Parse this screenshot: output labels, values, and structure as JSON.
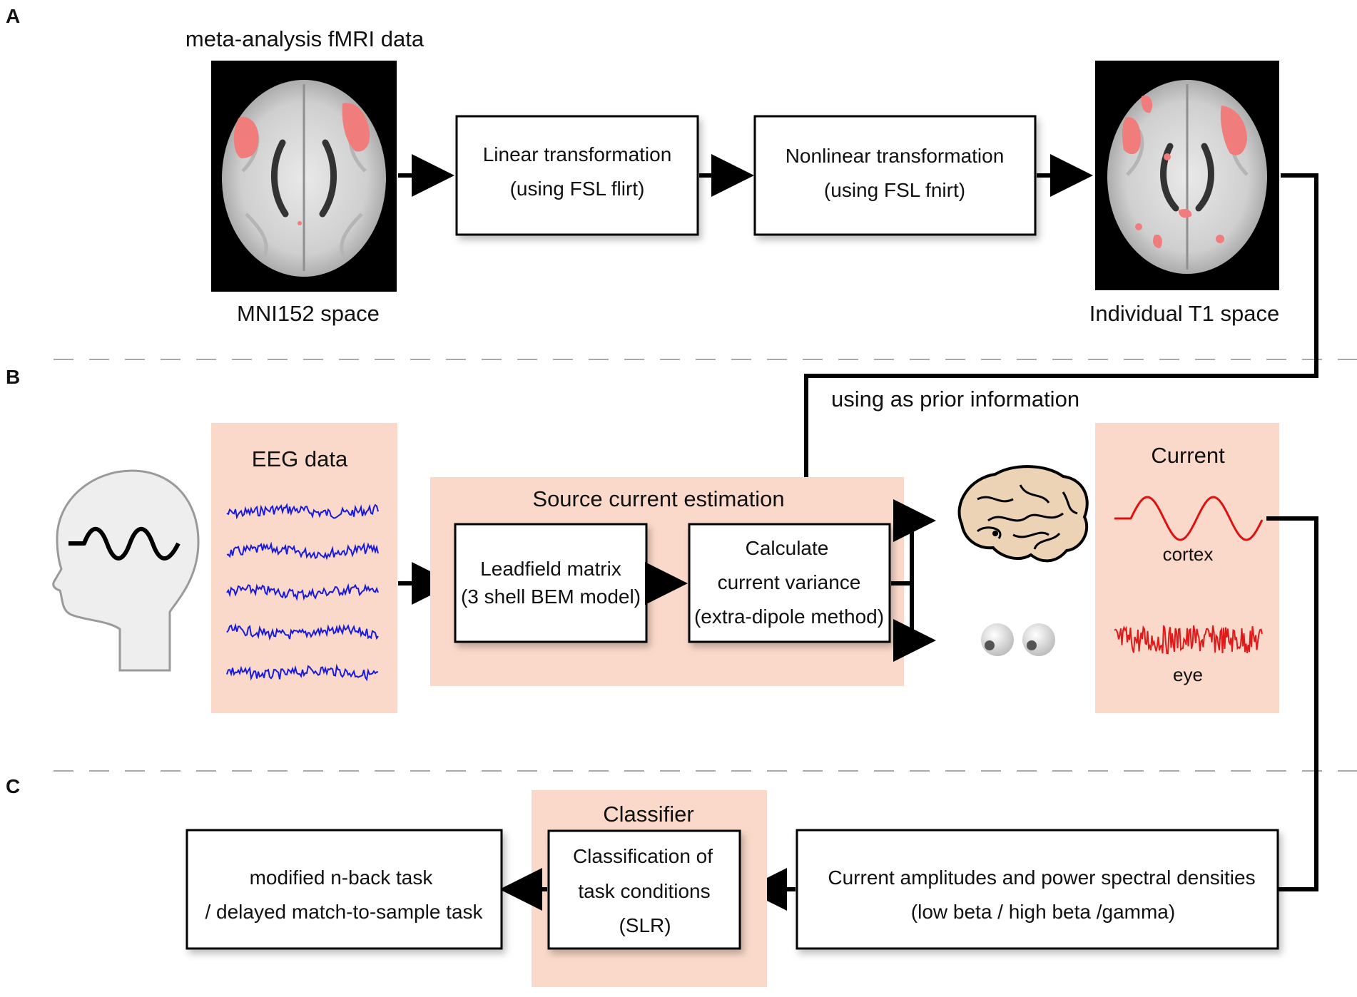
{
  "panels": {
    "a_label": "A",
    "b_label": "B",
    "c_label": "C"
  },
  "section_a": {
    "top_caption": "meta-analysis fMRI data",
    "mni_caption": "MNI152 space",
    "t1_caption": "Individual T1 space",
    "linear_box": {
      "line1": "Linear transformation",
      "line2": "(using FSL flirt)"
    },
    "nonlinear_box": {
      "line1": "Nonlinear transformation",
      "line2": "(using FSL fnirt)"
    }
  },
  "section_b": {
    "prior_info": "using as prior information",
    "eeg_title": "EEG data",
    "source_title": "Source current estimation",
    "leadfield_box": {
      "line1": "Leadfield matrix",
      "line2": "(3 shell BEM model)"
    },
    "variance_box": {
      "line1": "Calculate",
      "line2": "current variance",
      "line3": "(extra-dipole method)"
    },
    "current_title": "Current",
    "cortex_label": "cortex",
    "eye_label": "eye"
  },
  "section_c": {
    "classifier_title": "Classifier",
    "classification_box": {
      "line1": "Classification of",
      "line2": "task conditions",
      "line3": "(SLR)"
    },
    "task_box": {
      "line1": "modified n-back task",
      "line2": "/ delayed match-to-sample task"
    },
    "features_box": {
      "line1": "Current amplitudes and power spectral densities",
      "line2": "(low beta / high beta /gamma)"
    }
  },
  "colors": {
    "panel_fill": "#fbd9ca",
    "eeg_trace": "#1a1adb",
    "cortex_current": "#dd1111",
    "eye_current": "#e01a1a",
    "activation": "#f07c7c",
    "brain_skin": "#edd3b5"
  },
  "icons": [
    "head-silhouette-icon",
    "brain-icon",
    "eyes-icon",
    "sine-wave-icon"
  ]
}
